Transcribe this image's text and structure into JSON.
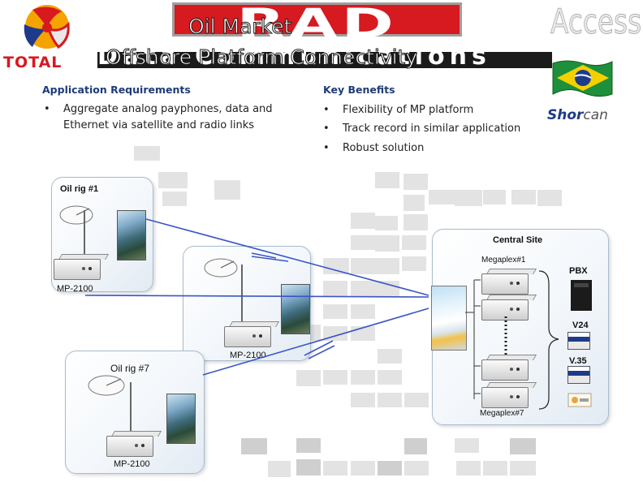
{
  "colors": {
    "panel_border": "#a8bccd",
    "link_line": "#3b55c7",
    "header_text": "#1f3b78",
    "banner_red": "#d71920",
    "logo_blue": "#1e3a8a"
  },
  "header": {
    "title_line1": "Oil Market",
    "title_line2": "Offshore Platform Connectivity",
    "rad_logo": "RAD",
    "access_text": "Access",
    "banner_text": "Data Communications",
    "total_logo": "TOTAL",
    "shorcan_logo": {
      "part1": "Shor",
      "part2": "can"
    },
    "flag_icon": "brazil-flag-icon"
  },
  "requirements": {
    "heading": "Application Requirements",
    "items": [
      "Aggregate analog payphones, data and Ethernet via satellite and radio links"
    ]
  },
  "benefits": {
    "heading": "Key Benefits",
    "items": [
      "Flexibility of MP platform",
      "Track record in similar application",
      "Robust solution"
    ]
  },
  "diagram": {
    "rig1": {
      "label": "Oil rig #1",
      "device": "MP-2100"
    },
    "rig_mid": {
      "device": "MP-2100"
    },
    "rig7": {
      "label": "Oil rig #7",
      "device": "MP-2100"
    },
    "central": {
      "label": "Central Site",
      "megaplex_top": "Megaplex#1",
      "megaplex_bottom": "Megaplex#7",
      "pbx": "PBX",
      "v24": "V24",
      "v35": "V.35"
    }
  }
}
